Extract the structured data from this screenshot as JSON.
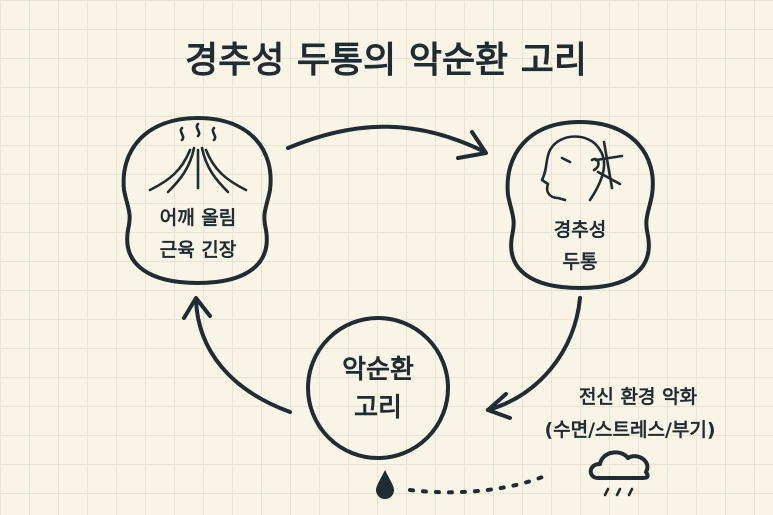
{
  "title": "경추성 두통의 악순환 고리",
  "nodes": {
    "shoulder": {
      "line1": "어깨 올림",
      "line2": "근육 긴장",
      "icon": "tense-shoulders-icon"
    },
    "headache": {
      "line1": "경추성",
      "line2": "두통",
      "icon": "head-pain-icon"
    },
    "cycle": {
      "line1": "악순환",
      "line2": "고리"
    }
  },
  "factor": {
    "line1": "전신 환경 악화",
    "line2": "(수면/스트레스/부기)",
    "icon": "rain-cloud-icon"
  },
  "colors": {
    "ink": "#1f2c33",
    "background": "#f8f4e6",
    "grid": "#e9e3d3"
  }
}
